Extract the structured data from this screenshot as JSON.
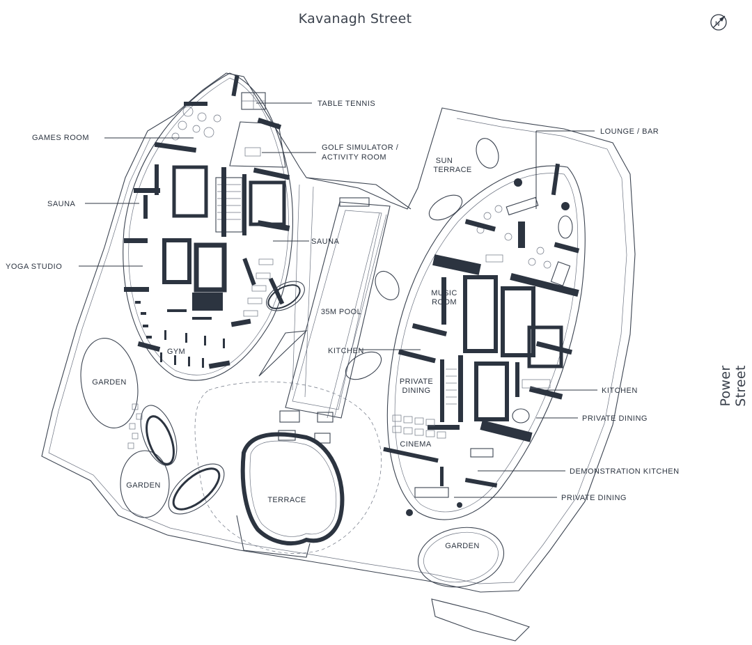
{
  "streets": {
    "top": "Kavanagh Street",
    "right": "Power Street"
  },
  "compass": {
    "icon": "north-arrow-icon",
    "letter": "N"
  },
  "callouts": {
    "table_tennis": "TABLE TENNIS",
    "games_room": "GAMES ROOM",
    "golf_simulator_line1": "GOLF SIMULATOR /",
    "golf_simulator_line2": "ACTIVITY ROOM",
    "sauna_left": "SAUNA",
    "sauna_right": "SAUNA",
    "yoga_studio": "YOGA STUDIO",
    "lounge_bar": "LOUNGE / BAR",
    "kitchen_pool": "KITCHEN",
    "kitchen_right": "KITCHEN",
    "private_dining_right": "PRIVATE DINING",
    "demonstration_kitchen": "DEMONSTRATION KITCHEN",
    "private_dining_bottom": "PRIVATE DINING"
  },
  "rooms": {
    "sun_terrace_line1": "SUN",
    "sun_terrace_line2": "TERRACE",
    "pool": "35M POOL",
    "music_room_line1": "MUSIC",
    "music_room_line2": "ROOM",
    "private_dining_line1": "PRIVATE",
    "private_dining_line2": "DINING",
    "cinema": "CINEMA",
    "gym": "GYM",
    "garden_1": "GARDEN",
    "garden_2": "GARDEN",
    "garden_3": "GARDEN",
    "terrace": "TERRACE"
  },
  "colors": {
    "ink": "#2c3440",
    "street_text": "#3a414c",
    "background": "#ffffff"
  }
}
